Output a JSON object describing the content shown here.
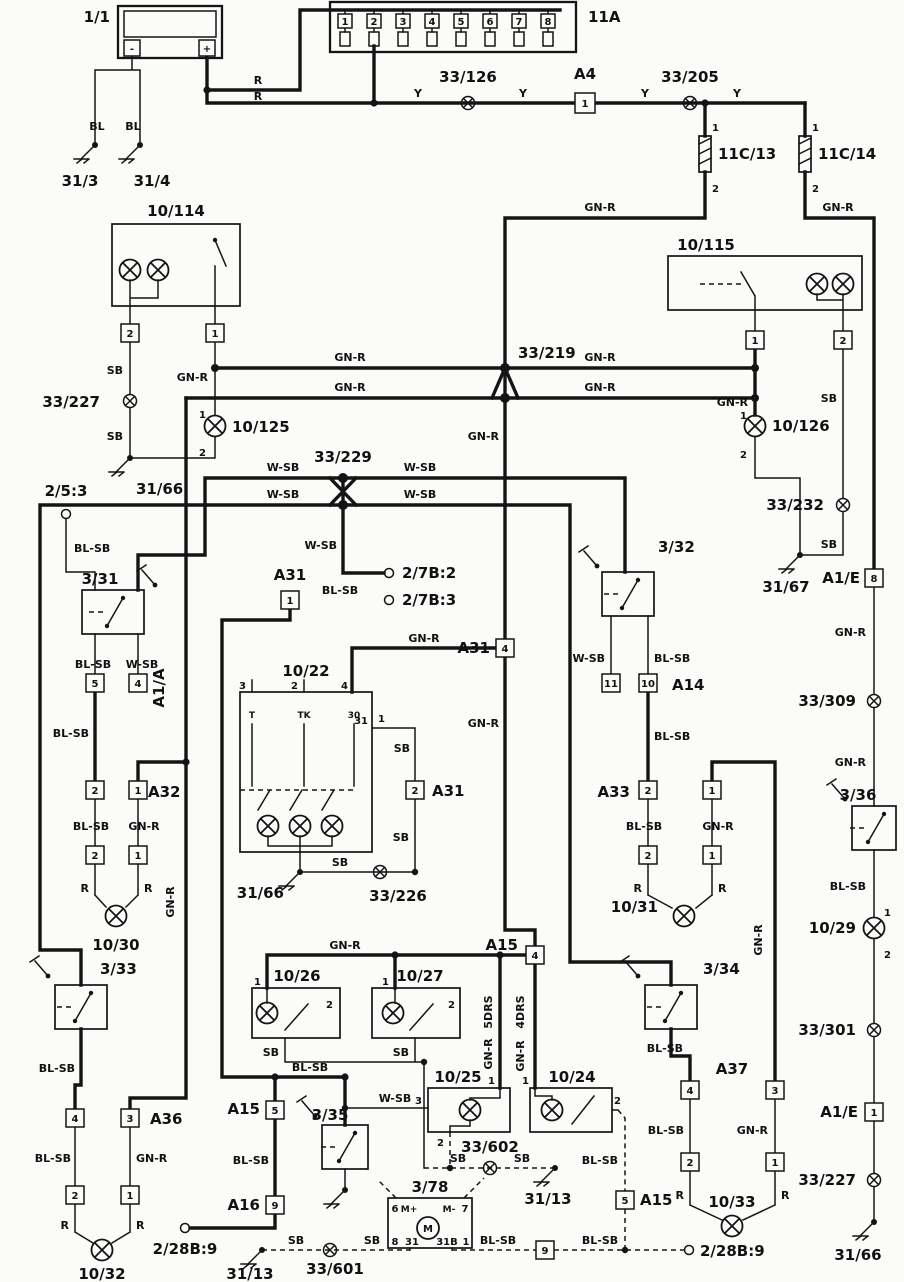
{
  "diagram": {
    "wire": {
      "r": "R",
      "y": "Y",
      "bl": "BL",
      "sb": "SB",
      "gnr": "GN-R",
      "wsb": "W-SB",
      "blsb": "BL-SB"
    },
    "pin": {
      "minus": "-",
      "plus": "+",
      "p1": "1",
      "p2": "2",
      "p3": "3",
      "p4": "4",
      "p5": "5",
      "p6": "6",
      "p7": "7",
      "p8": "8",
      "p9": "9",
      "p10": "10",
      "p11": "11",
      "p30": "30",
      "p31": "31",
      "p31b": "31B",
      "mplus": "M+",
      "mminus": "M-",
      "m": "M",
      "t": "T",
      "tk": "TK"
    },
    "c": {
      "b1_1": "1/1",
      "f11a": "11A",
      "a4": "A4",
      "s33_126": "33/126",
      "s33_205": "33/205",
      "l11c13": "11C/13",
      "l11c14": "11C/14",
      "g31_3": "31/3",
      "g31_4": "31/4",
      "c10_114": "10/114",
      "c10_115": "10/115",
      "s33_219": "33/219",
      "s33_227": "33/227",
      "g31_66": "31/66",
      "c10_125": "10/125",
      "c10_126": "10/126",
      "s33_232": "33/232",
      "g31_67": "31/67",
      "a1e": "A1/E",
      "s33_309": "33/309",
      "c3_36": "3/36",
      "c10_29": "10/29",
      "s33_301": "33/301",
      "s33_229": "33/229",
      "t2_5_3": "2/5:3",
      "t2_7b_2": "2/7B:2",
      "t2_7b_3": "2/7B:3",
      "a31": "A31",
      "c3_31": "3/31",
      "a1a": "A1/A",
      "a32": "A32",
      "c10_30": "10/30",
      "c10_22": "10/22",
      "s33_226": "33/226",
      "a14": "A14",
      "c3_32": "3/32",
      "a33": "A33",
      "c10_31": "10/31",
      "c3_33": "3/33",
      "a36": "A36",
      "c10_32": "10/32",
      "c3_34": "3/34",
      "a37": "A37",
      "c10_33": "10/33",
      "a15": "A15",
      "c10_26": "10/26",
      "c10_27": "10/27",
      "drs5": "5DRS",
      "drs4": "4DRS",
      "c10_25": "10/25",
      "c10_24": "10/24",
      "c3_35": "3/35",
      "s33_602": "33/602",
      "g31_13": "31/13",
      "a16": "A16",
      "m3_78": "3/78",
      "s33_601": "33/601",
      "t2_28b_9": "2/28B:9"
    }
  }
}
